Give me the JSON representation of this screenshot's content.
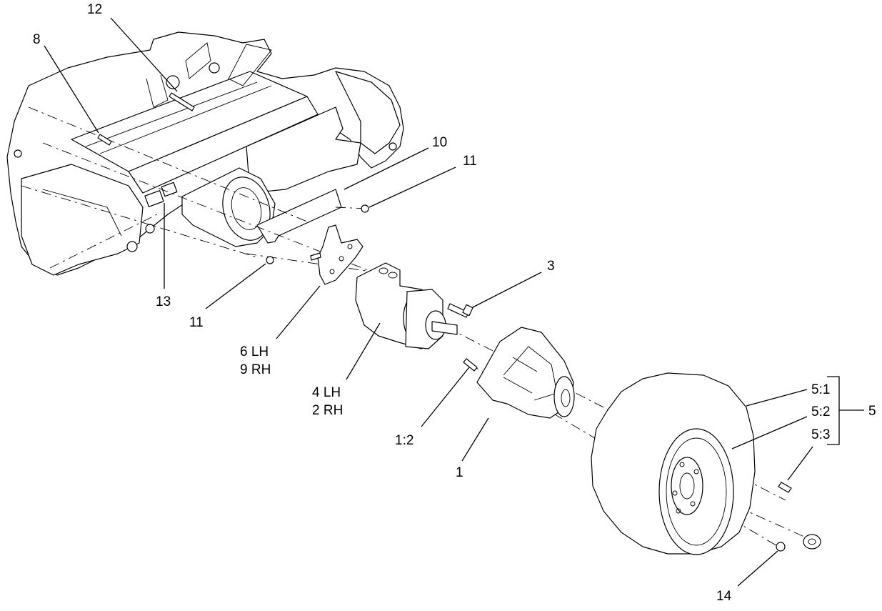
{
  "callouts": {
    "c12": "12",
    "c8": "8",
    "c10": "10",
    "c11a": "11",
    "c13": "13",
    "c11b": "11",
    "c3": "3",
    "c6lh": "6 LH",
    "c9rh": "9 RH",
    "c4lh": "4 LH",
    "c2rh": "2 RH",
    "c12b": "1:2",
    "c1": "1",
    "c51": "5:1",
    "c52": "5:2",
    "c53": "5:3",
    "c5": "5",
    "c14": "14"
  }
}
